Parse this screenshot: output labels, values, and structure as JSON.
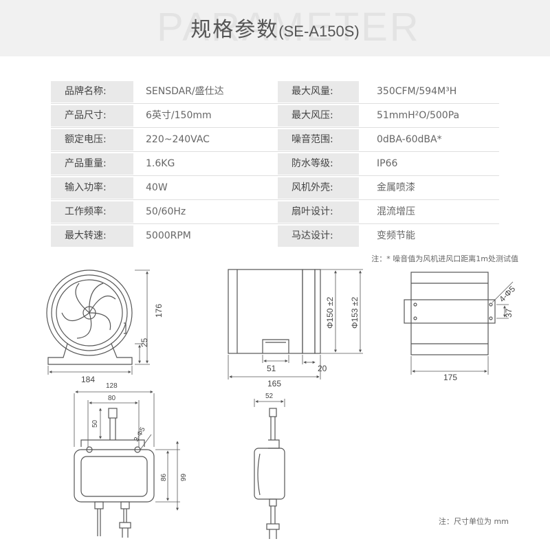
{
  "header": {
    "watermark": "PARAMETER",
    "title_cn": "规格参数",
    "title_model": "(SE-A150S)"
  },
  "specs": [
    {
      "label1": "品牌名称:",
      "value1": "SENSDAR/盛仕达",
      "label2": "最大风量:",
      "value2": "350CFM/594M³H"
    },
    {
      "label1": "产品尺寸:",
      "value1": "6英寸/150mm",
      "label2": "最大风压:",
      "value2": "51mmH²O/500Pa"
    },
    {
      "label1": "额定电压:",
      "value1": "220~240VAC",
      "label2": "噪音范围:",
      "value2": "0dBA-60dBA*"
    },
    {
      "label1": "产品重量:",
      "value1": "1.6KG",
      "label2": "防水等级:",
      "value2": "IP66"
    },
    {
      "label1": "输入功率:",
      "value1": "40W",
      "label2": "风机外壳:",
      "value2": "金属喷漆"
    },
    {
      "label1": "工作频率:",
      "value1": "50/60Hz",
      "label2": "扇叶设计:",
      "value2": "混流增压"
    },
    {
      "label1": "最大转速:",
      "value1": "5000RPM",
      "label2": "马达设计:",
      "value2": "变频节能"
    }
  ],
  "notes": {
    "noise": "注：* 噪音值为风机进风口距离1m处测试值",
    "unit": "注：尺寸单位为 mm"
  },
  "dimensions": {
    "front_width": "184",
    "front_height": "176",
    "front_base": "25",
    "side_length": "165",
    "side_foot": "51",
    "side_flange": "20",
    "side_dia_inner": "Φ150 ±2",
    "side_dia_outer": "Φ153 ±2",
    "top_length": "175",
    "top_hole": "4-Φ5",
    "top_hole_height": "37",
    "box_width": "128",
    "box_inner_width": "80",
    "box_cable_len": "50",
    "box_mount": "3-Φ5",
    "box_height_inner": "86",
    "box_height": "99",
    "box_side_width": "52"
  }
}
